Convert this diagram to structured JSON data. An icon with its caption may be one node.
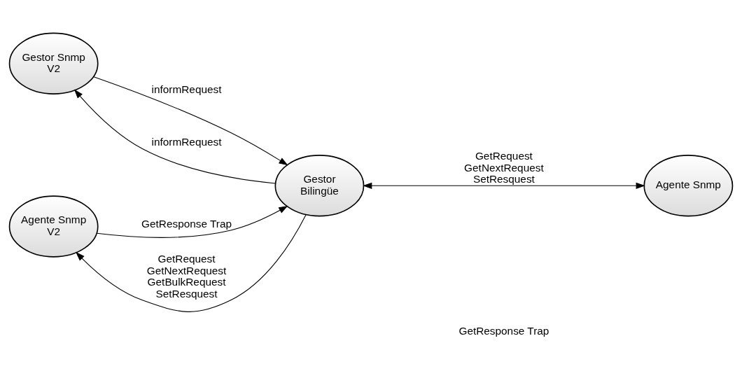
{
  "diagram": {
    "nodes": [
      {
        "text": [
          "Gestor Snmp V2"
        ]
      },
      {
        "text": [
          "Gestor Bilingüe"
        ]
      },
      {
        "text": [
          "Agente Snmp"
        ]
      },
      {
        "text": [
          "Agente Snmp V2"
        ]
      }
    ],
    "edges": [
      {
        "from": 1,
        "to": 0,
        "arrow": "to",
        "label": "informRequest"
      },
      {
        "from": 0,
        "to": 1,
        "arrow": "to",
        "label": "informRequest"
      },
      {
        "from": 1,
        "to": 2,
        "arrow": "both",
        "label": "GetRequest GetNextRequest SetResquest"
      },
      {
        "from": 3,
        "to": 1,
        "arrow": "to",
        "label": "GetResponse Trap"
      },
      {
        "from": 1,
        "to": 3,
        "arrow": "to",
        "label": "GetRequest GetNextRequest GetBulkRequest SetResquest"
      }
    ],
    "labels": [
      "GetResponse Trap"
    ]
  }
}
